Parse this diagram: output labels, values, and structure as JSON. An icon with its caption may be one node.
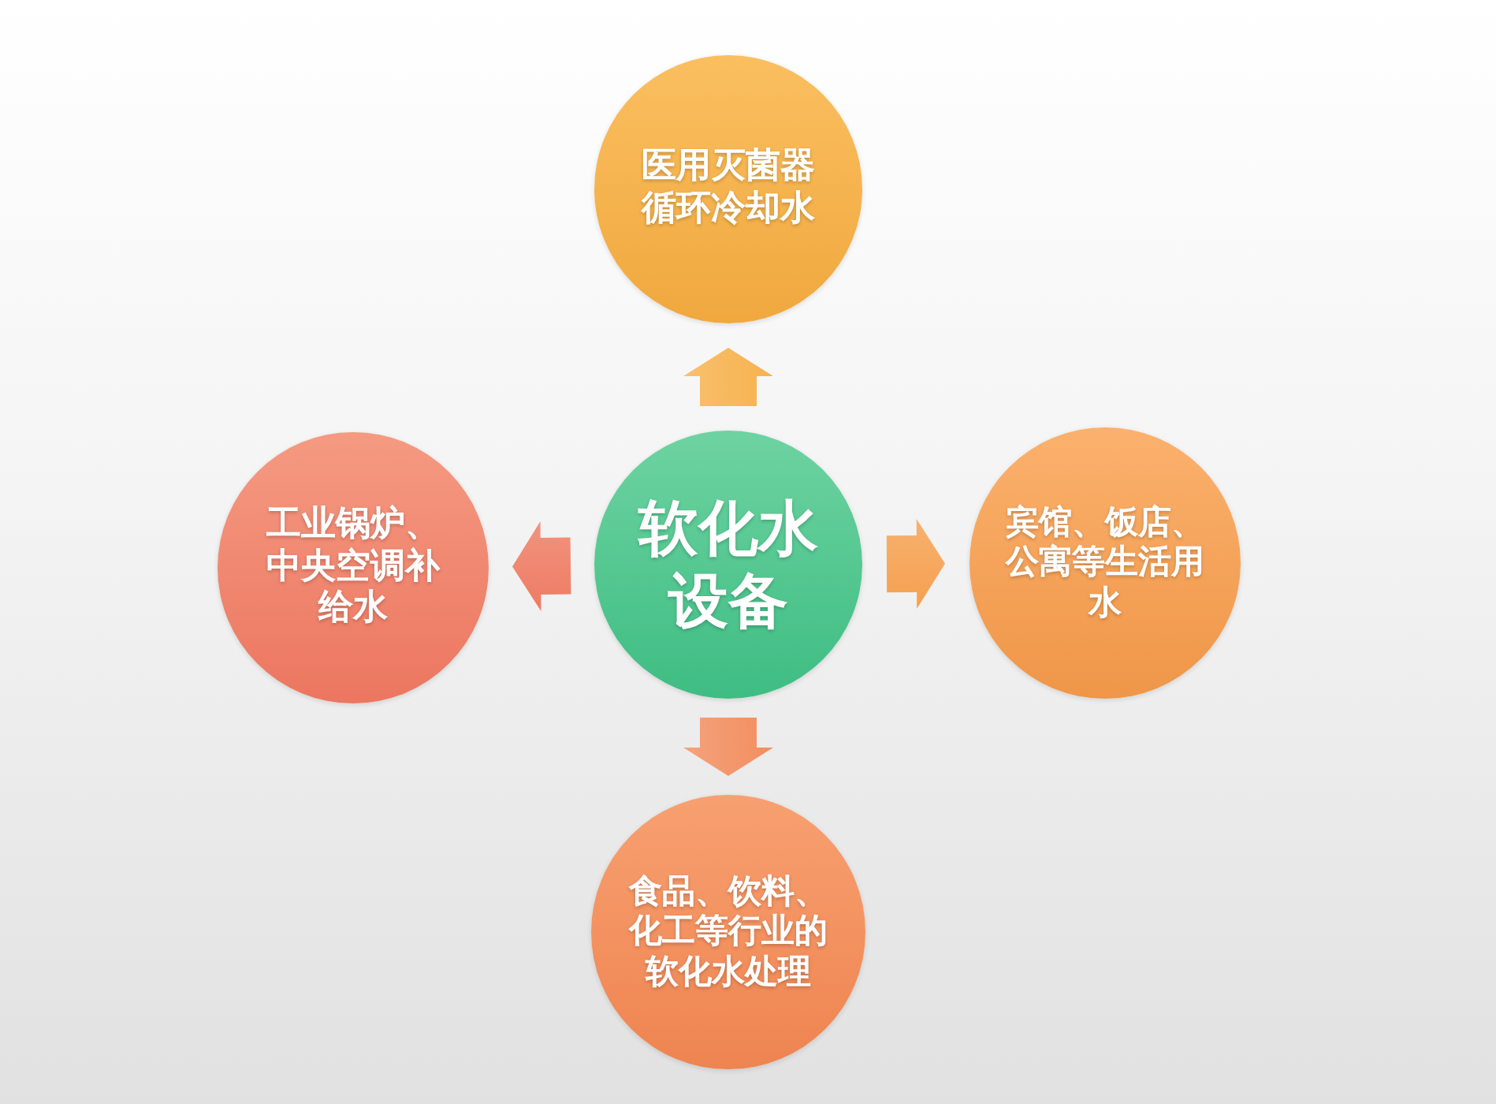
{
  "diagram": {
    "nodes": [
      {
        "text": [
          "医用灭菌器循环冷却水"
        ]
      },
      {
        "text": [
          "工业锅炉、中央空调补给水"
        ]
      },
      {
        "text": [
          "软化水设备"
        ]
      },
      {
        "text": [
          "宾馆、饭店、公寓等生活用水"
        ]
      },
      {
        "text": [
          "食品、饮料、化工等行业的软化水处理"
        ]
      }
    ],
    "edges": [
      {
        "from": 2,
        "to": 0,
        "arrow": "to",
        "color": "#f7b24e"
      },
      {
        "from": 2,
        "to": 1,
        "arrow": "to",
        "color": "#ee7b63"
      },
      {
        "from": 2,
        "to": 3,
        "arrow": "to",
        "color": "#f5a04f"
      },
      {
        "from": 2,
        "to": 4,
        "arrow": "to",
        "color": "#f28e5f"
      }
    ]
  }
}
